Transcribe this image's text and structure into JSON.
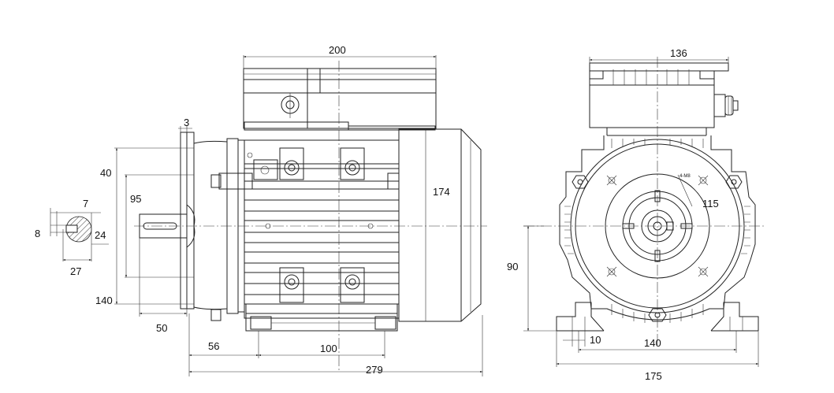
{
  "dimensions": {
    "front_top_width": "200",
    "flange_thickness": "3",
    "housing_offset": "40",
    "shaft_diameter": "95",
    "key_width": "7",
    "key_height": "8",
    "shaft_section_height": "24",
    "shaft_section_width": "27",
    "flange_diameter": "140",
    "shaft_length": "50",
    "motor_height_side": "174",
    "foot_offset": "56",
    "foot_spacing": "100",
    "overall_length": "279",
    "terminal_box_width": "136",
    "flange_bolt_circle": "115",
    "shaft_center_height": "90",
    "foot_hole": "10",
    "foot_hole_spacing": "140",
    "overall_width": "175",
    "bolt_note": "4-M8"
  }
}
